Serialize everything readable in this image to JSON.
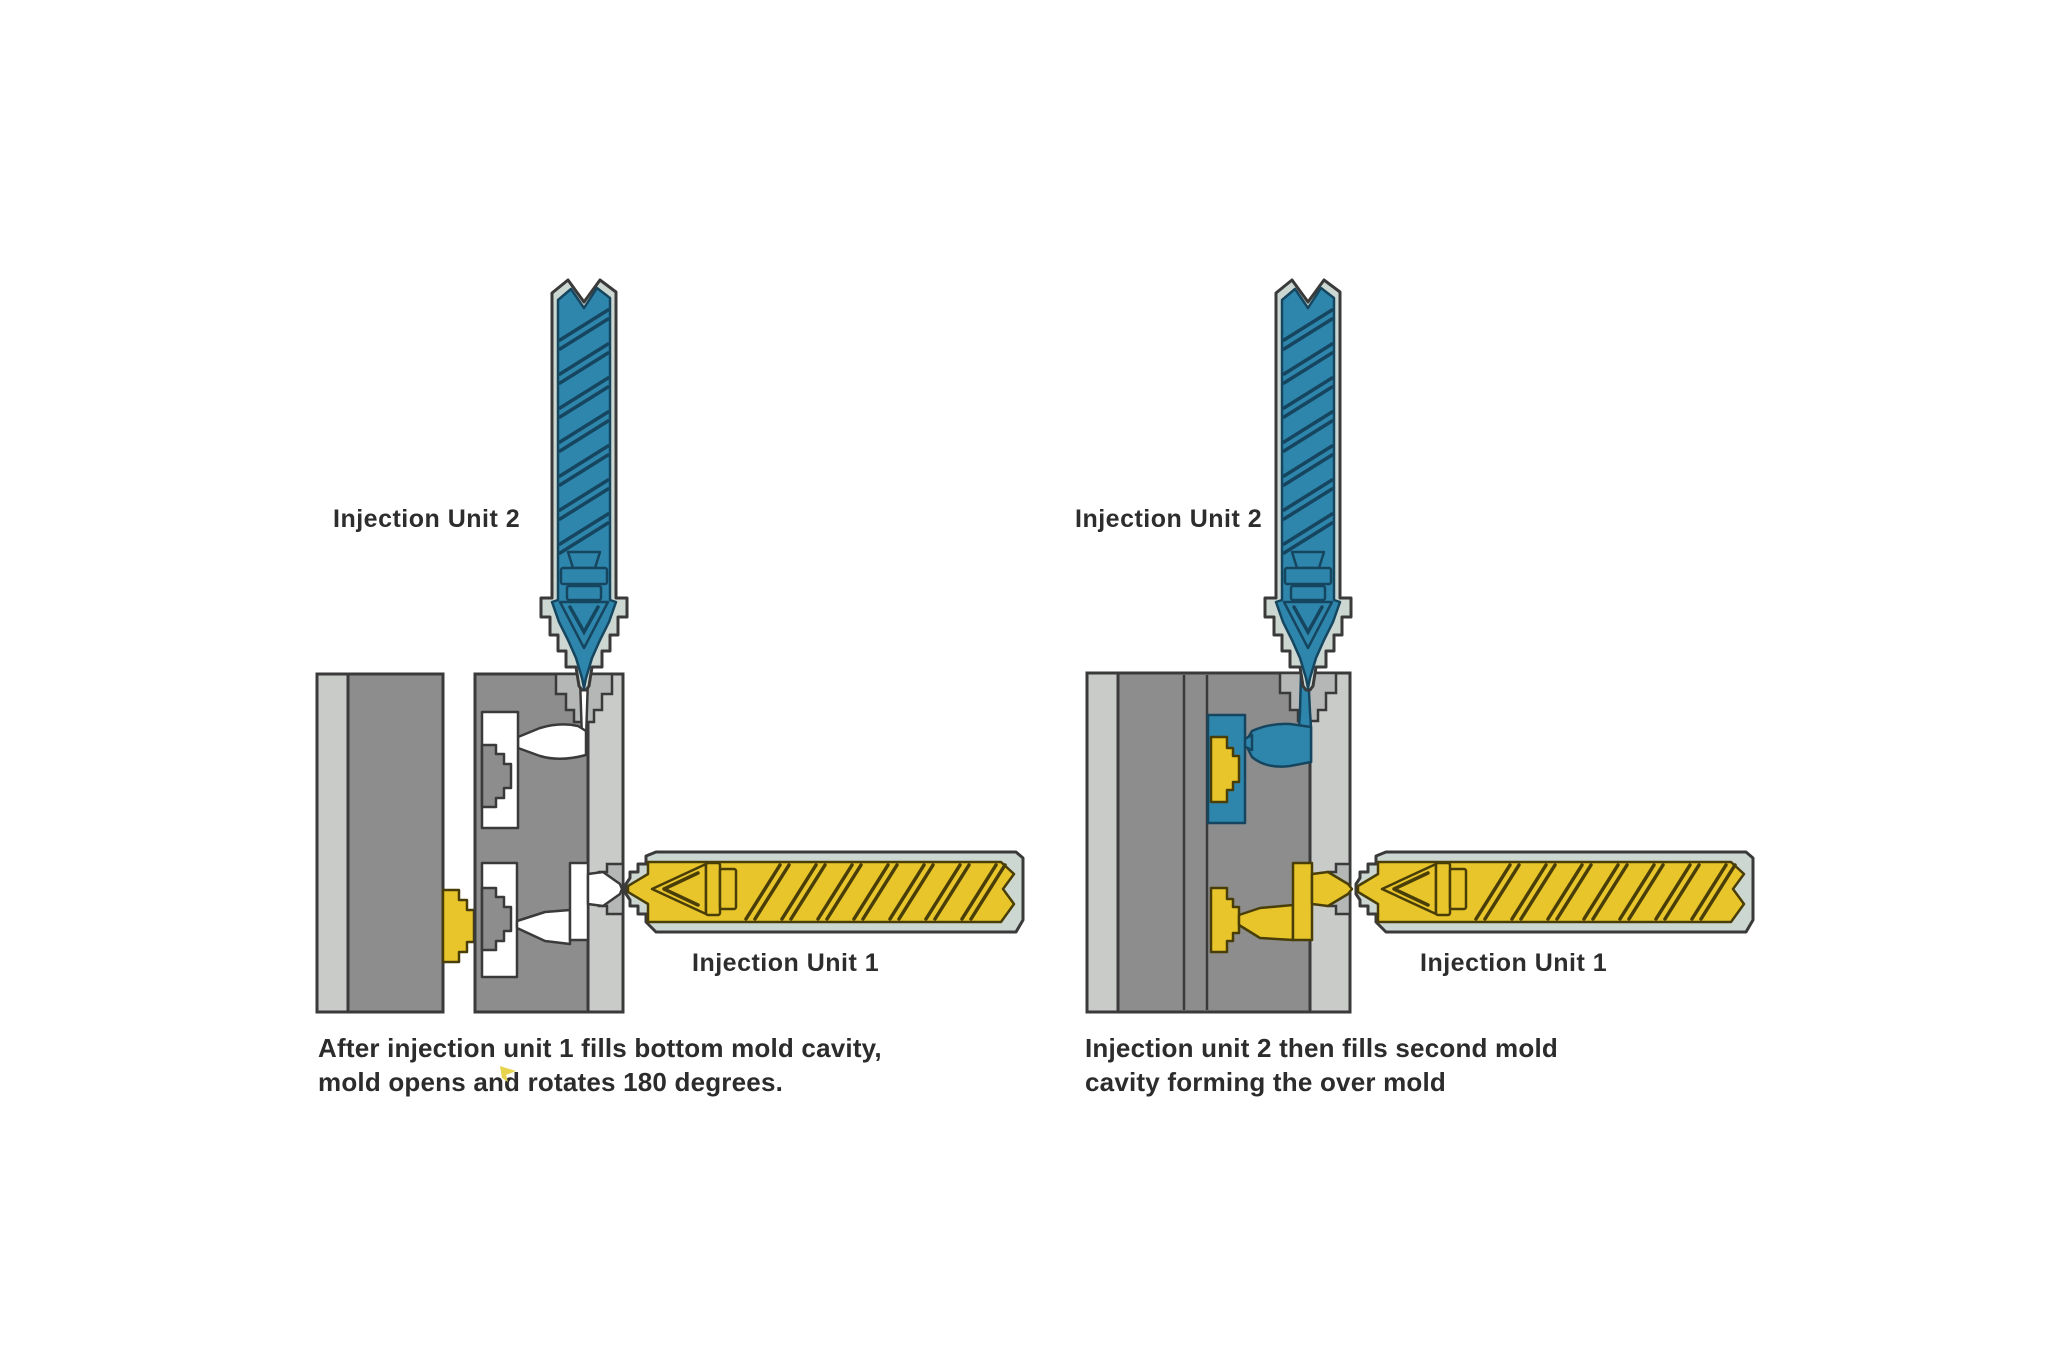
{
  "colors": {
    "background": "#ffffff",
    "mold_dark_gray": "#8d8d8d",
    "mold_light_gray": "#c9cbc9",
    "barrel_pale": "#cdd7d1",
    "material_blue": "#2f86ac",
    "material_blue_outline": "#16465f",
    "material_yellow": "#e8c62b",
    "material_yellow_outline": "#4a3e08",
    "outline": "#3a3a3a",
    "text": "#2c2c2c"
  },
  "left_panel": {
    "injection_unit_2_label": "Injection Unit 2",
    "injection_unit_1_label": "Injection Unit 1",
    "caption_line1": "After injection unit 1 fills bottom mold cavity,",
    "caption_line2": "mold opens and rotates 180 degrees."
  },
  "right_panel": {
    "injection_unit_2_label": "Injection Unit 2",
    "injection_unit_1_label": "Injection Unit 1",
    "caption_line1": "Injection unit 2 then fills second mold",
    "caption_line2": "cavity forming the over mold"
  }
}
